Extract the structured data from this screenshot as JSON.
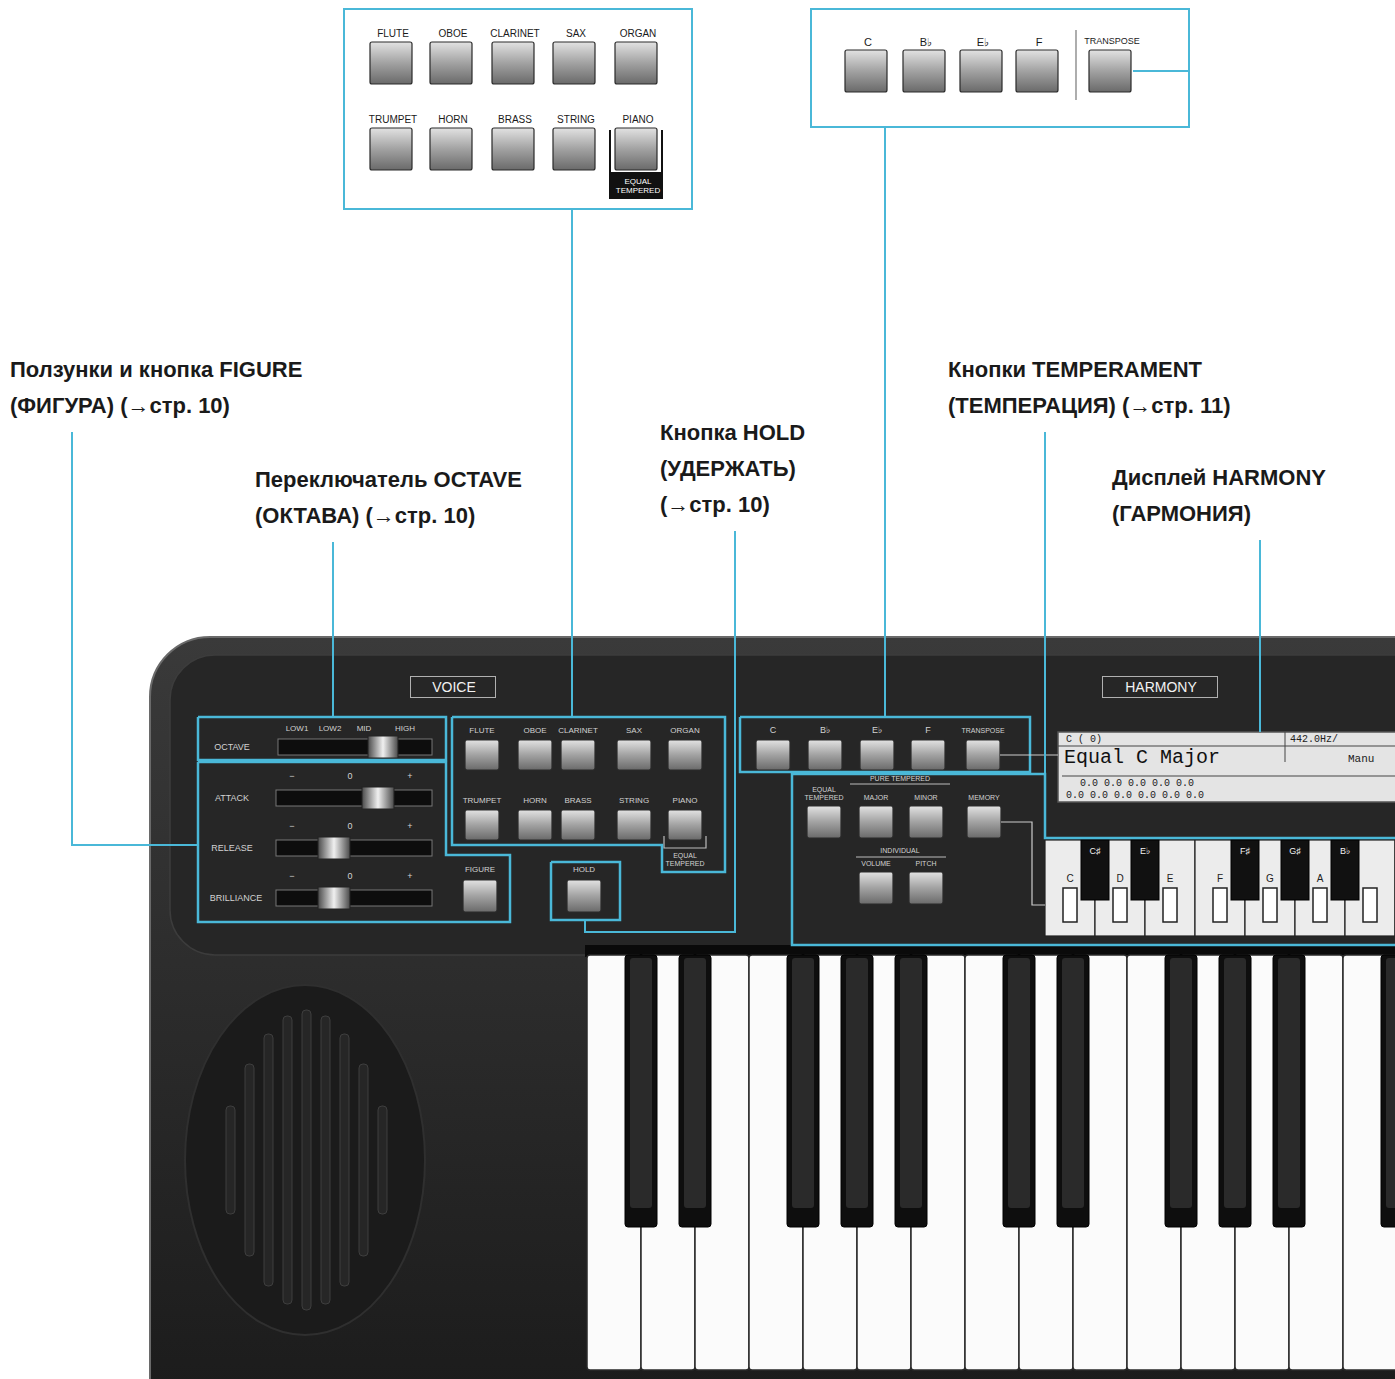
{
  "diagram": {
    "nodes": [
      {
        "text": [
          "FLUTE",
          "OBOE",
          "CLARINET",
          "SAX",
          "ORGAN",
          "TRUMPET",
          "HORN",
          "BRASS",
          "STRING",
          "PIANO",
          "EQUAL TEMPERED"
        ]
      },
      {
        "text": [
          "C",
          "B♭",
          "E♭",
          "F",
          "TRANSPOSE"
        ]
      },
      {
        "text": [
          "VOICE"
        ]
      },
      {
        "text": [
          "HARMONY"
        ]
      },
      {
        "text": [
          "C ( 0)",
          "442.0Hz/",
          "Equal C Major",
          "Manu",
          "0.0 0.0 0.0 0.0 0.0",
          "0.0 0.0 0.0 0.0 0.0 0.0"
        ]
      }
    ],
    "labels": [
      "Ползунки и кнопка FIGURE (ФИГУРА) (→стр. 10)",
      "Переключатель OCTAVE (ОКТАВА) (→стр. 10)",
      "Кнопка HOLD (УДЕРЖАТЬ) (→стр. 10)",
      "Кнопки TEMPERAMENT (ТЕМПЕРАЦИЯ) (→стр. 11)",
      "Дисплей HARMONY (ГАРМОНИЯ)",
      "OCTAVE",
      "LOW1",
      "LOW2",
      "MID",
      "HIGH",
      "ATTACK",
      "−",
      "0",
      "+",
      "RELEASE",
      "−",
      "0",
      "+",
      "BRILLIANCE",
      "−",
      "0",
      "+",
      "FIGURE",
      "FLUTE",
      "OBOE",
      "CLARINET",
      "SAX",
      "ORGAN",
      "TRUMPET",
      "HORN",
      "BRASS",
      "STRING",
      "PIANO",
      "EQUAL TEMPERED",
      "HOLD",
      "C",
      "B♭",
      "E♭",
      "F",
      "TRANSPOSE",
      "EQUAL TEMPERED",
      "PURE TEMPERED",
      "MAJOR",
      "MINOR",
      "MEMORY",
      "INDIVIDUAL",
      "VOLUME",
      "PITCH",
      "C",
      "C♯",
      "D",
      "E♭",
      "E",
      "F",
      "F♯",
      "G",
      "G♯",
      "A",
      "B♭"
    ]
  }
}
